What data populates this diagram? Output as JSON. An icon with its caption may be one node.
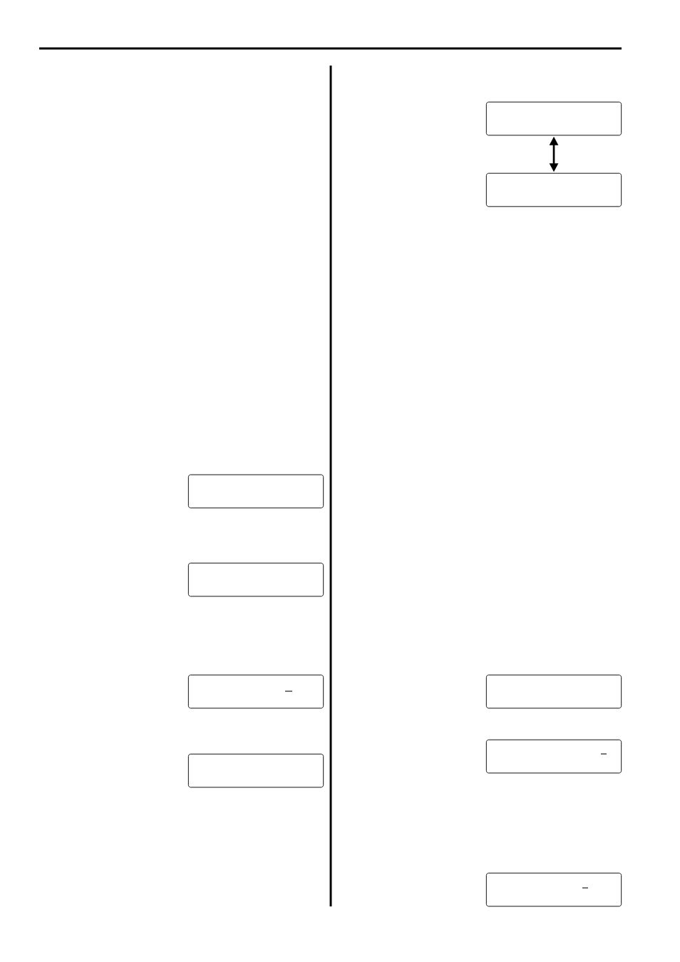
{
  "diagram": {
    "nodes": [
      {
        "text": [],
        "shape": "box"
      },
      {
        "text": [],
        "shape": "box"
      },
      {
        "text": [],
        "shape": "box"
      },
      {
        "text": [],
        "shape": "box"
      },
      {
        "text": [],
        "shape": "box"
      },
      {
        "text": [],
        "shape": "box"
      },
      {
        "text": [],
        "shape": "box"
      },
      {
        "text": [],
        "shape": "box"
      },
      {
        "text": [],
        "shape": "box"
      }
    ],
    "edges": [
      {
        "from": 4,
        "to": 5,
        "arrow": "both"
      }
    ]
  }
}
